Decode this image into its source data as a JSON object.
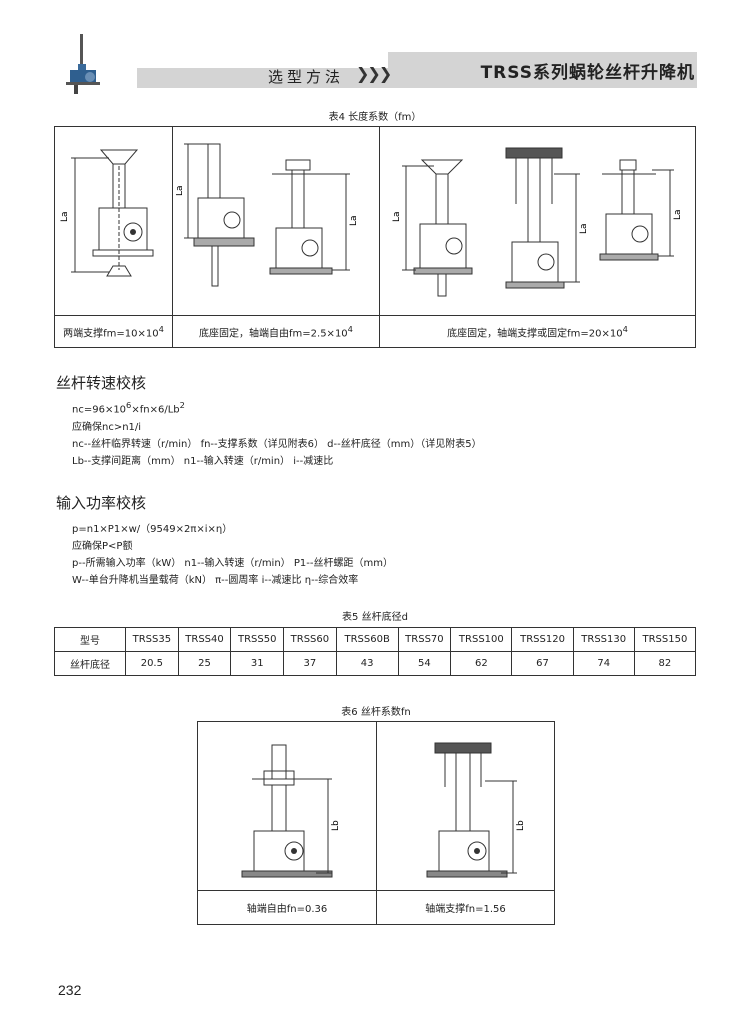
{
  "header": {
    "section": "选型方法",
    "chevrons": "❯❯❯",
    "title": "TRSS系列蜗轮丝杆升降机"
  },
  "table4": {
    "caption": "表4 长度系数（fm）",
    "cells": [
      {
        "prefix": "两端支撑fm=10×10",
        "sup": "4"
      },
      {
        "prefix": "底座固定，轴端自由fm=2.5×10",
        "sup": "4"
      },
      {
        "prefix": "底座固定，轴端支撑或固定fm=20×10",
        "sup": "4"
      }
    ],
    "dim_label": "La"
  },
  "speed": {
    "title": "丝杆转速校核",
    "formula_a": "nc=96×10",
    "formula_sup1": "6",
    "formula_b": "×fn×6/Lb",
    "formula_sup2": "2",
    "ensure": "应确保nc>n1/i",
    "def1": "nc--丝杆临界转速（r/min）  fn--支撑系数（详见附表6）  d--丝杆底径（mm）（详见附表5）",
    "def2": "Lb--支撑间距离（mm）          n1--输入转速（r/min）               i--减速比"
  },
  "power": {
    "title": "输入功率校核",
    "formula": "p=n1×P1×w/（9549×2π×i×η）",
    "ensure": "应确保P<P额",
    "def1": "p--所需输入功率（kW）  n1--输入转速（r/min）  P1--丝杆螺距（mm）",
    "def2": "W--单台升降机当量载荷（kN）    π--圆周率      i--减速比    η--综合效率"
  },
  "table5": {
    "caption": "表5 丝杆底径d",
    "header": [
      "型号",
      "TRSS35",
      "TRSS40",
      "TRSS50",
      "TRSS60",
      "TRSS60B",
      "TRSS70",
      "TRSS100",
      "TRSS120",
      "TRSS130",
      "TRSS150"
    ],
    "row": [
      "丝杆底径",
      "20.5",
      "25",
      "31",
      "37",
      "43",
      "54",
      "62",
      "67",
      "74",
      "82"
    ]
  },
  "table6": {
    "caption": "表6 丝杆系数fn",
    "cells": [
      "轴端自由fn=0.36",
      "轴端支撑fn=1.56"
    ],
    "dim_label": "Lb"
  },
  "page_number": "232"
}
